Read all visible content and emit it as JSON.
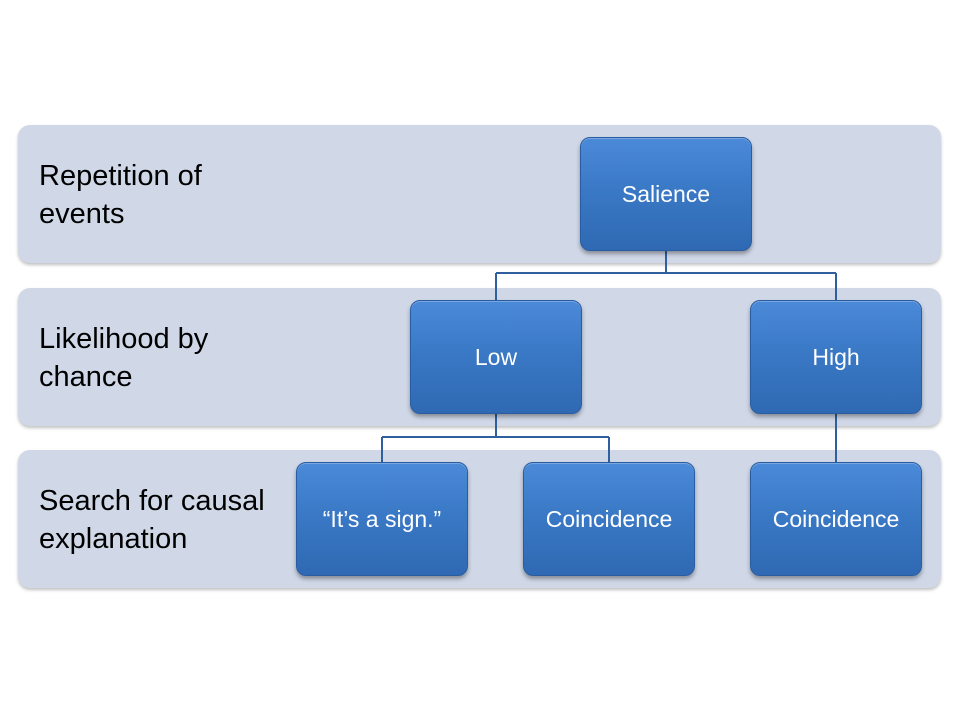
{
  "rows": [
    {
      "label": "Repetition of events"
    },
    {
      "label": "Likelihood by chance"
    },
    {
      "label": "Search for causal explanation"
    }
  ],
  "nodes": {
    "salience": "Salience",
    "low": "Low",
    "high": "High",
    "sign": "“It’s a sign.”",
    "coincidence_low": "Coincidence",
    "coincidence_high": "Coincidence"
  },
  "colors": {
    "band": "#d0d8e8",
    "node": "#3a79c6",
    "connector": "#2f5f9e"
  }
}
